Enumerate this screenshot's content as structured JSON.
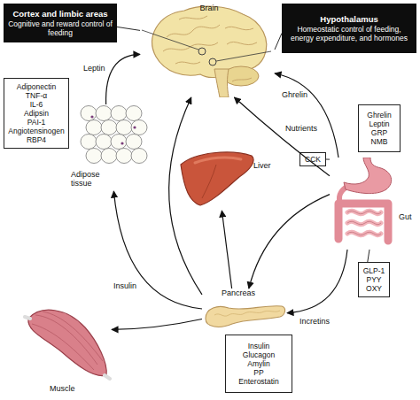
{
  "diagram": {
    "nodes": [
      {
        "text": [
          "Cortex and limbic areas",
          "Cognitive and reward control of feeding"
        ]
      },
      {
        "text": [
          "Brain"
        ]
      },
      {
        "text": [
          "Hypothalamus",
          "Homeostatic control of feeding, energy expenditure, and hormones"
        ]
      },
      {
        "text": [
          "Adiponectin",
          "TNF-α",
          "IL-6",
          "Adipsin",
          "PAI-1",
          "Angiotensinogen",
          "RBP4"
        ]
      },
      {
        "text": [
          "Adipose tissue"
        ]
      },
      {
        "text": [
          "Liver"
        ]
      },
      {
        "text": [
          "Ghrelin",
          "Leptin",
          "GRP",
          "NMB"
        ]
      },
      {
        "text": [
          "CCK"
        ]
      },
      {
        "text": [
          "Gut"
        ]
      },
      {
        "text": [
          "GLP-1",
          "PYY",
          "OXY"
        ]
      },
      {
        "text": [
          "Pancreas"
        ]
      },
      {
        "text": [
          "Insulin",
          "Glucagon",
          "Amylin",
          "PP",
          "Enterostatin"
        ]
      },
      {
        "text": [
          "Muscle"
        ]
      }
    ],
    "edges": [
      {
        "from": 0,
        "to": 1,
        "arrow": "none"
      },
      {
        "from": 2,
        "to": 1,
        "arrow": "none"
      },
      {
        "from": 4,
        "to": 1,
        "label": "Leptin",
        "arrow": "to"
      },
      {
        "from": 8,
        "to": 1,
        "label": "Ghrelin",
        "arrow": "to"
      },
      {
        "from": 8,
        "to": 1,
        "label": "Nutrients",
        "arrow": "to"
      },
      {
        "from": 8,
        "to": 10,
        "arrow": "to"
      },
      {
        "from": 8,
        "to": 10,
        "label": "Incretins",
        "arrow": "to"
      },
      {
        "from": 10,
        "to": 4,
        "label": "Insulin",
        "arrow": "to"
      },
      {
        "from": 10,
        "to": 12,
        "arrow": "to"
      },
      {
        "from": 10,
        "to": 5,
        "arrow": "to"
      },
      {
        "from": 10,
        "to": 1,
        "arrow": "to"
      },
      {
        "from": 7,
        "to": 8,
        "arrow": "none"
      },
      {
        "from": 9,
        "to": 8,
        "arrow": "none"
      }
    ]
  }
}
